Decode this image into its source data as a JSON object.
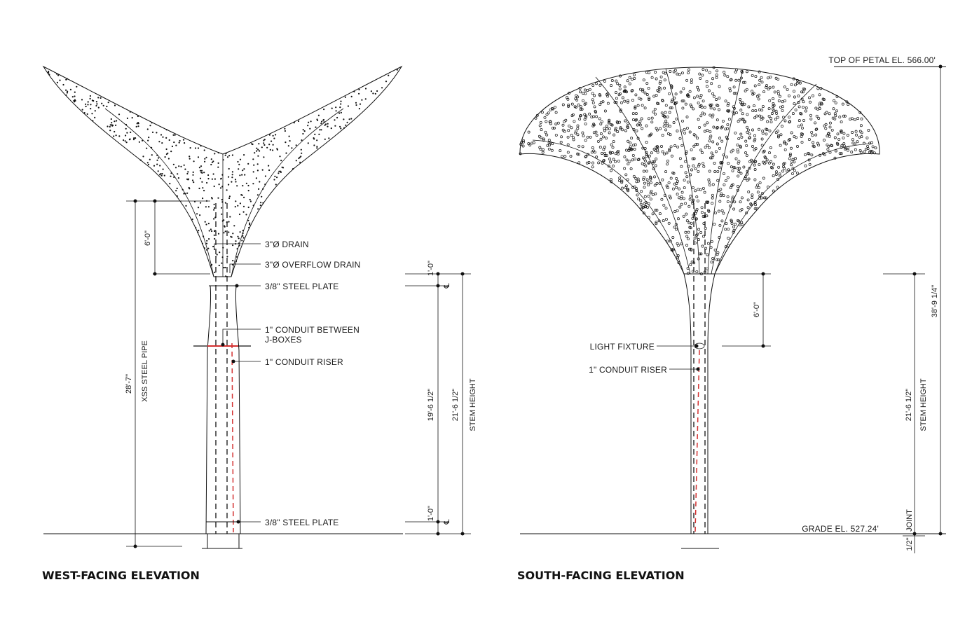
{
  "titles": {
    "west": "WEST-FACING ELEVATION",
    "south": "SOUTH-FACING ELEVATION"
  },
  "west": {
    "callouts": {
      "drain": "3\"Ø DRAIN",
      "overflow": "3\"Ø OVERFLOW DRAIN",
      "plate_top": "3/8\" STEEL PLATE",
      "conduit_between_1": "1\" CONDUIT BETWEEN",
      "conduit_between_2": "J-BOXES",
      "conduit_riser": "1\" CONDUIT RISER",
      "plate_bottom": "3/8\" STEEL PLATE"
    },
    "dims": {
      "six_ft": "6'-0\"",
      "overall": "28'-7\"",
      "pipe": "XSS STEEL PIPE",
      "one_top": "1'-0\"",
      "nineteen": "19'-6 1/2\"",
      "twentyone": "21'-6 1/2\"",
      "one_bottom": "1'-0\"",
      "stem_height": "STEM HEIGHT"
    }
  },
  "south": {
    "callouts": {
      "light": "LIGHT FIXTURE",
      "conduit_riser": "1\" CONDUIT RISER"
    },
    "dims": {
      "six_ft": "6'-0\"",
      "twentyone": "21'-6 1/2\"",
      "stem_height": "STEM HEIGHT",
      "overall": "38'-9 1/4\"",
      "joint": "JOINT",
      "half": "1/2\""
    },
    "top_el": "TOP OF PETAL EL. 566.00'",
    "grade_el": "GRADE EL. 527.24'"
  },
  "colors": {
    "line": "#111111",
    "conduit": "#d32f2f"
  }
}
